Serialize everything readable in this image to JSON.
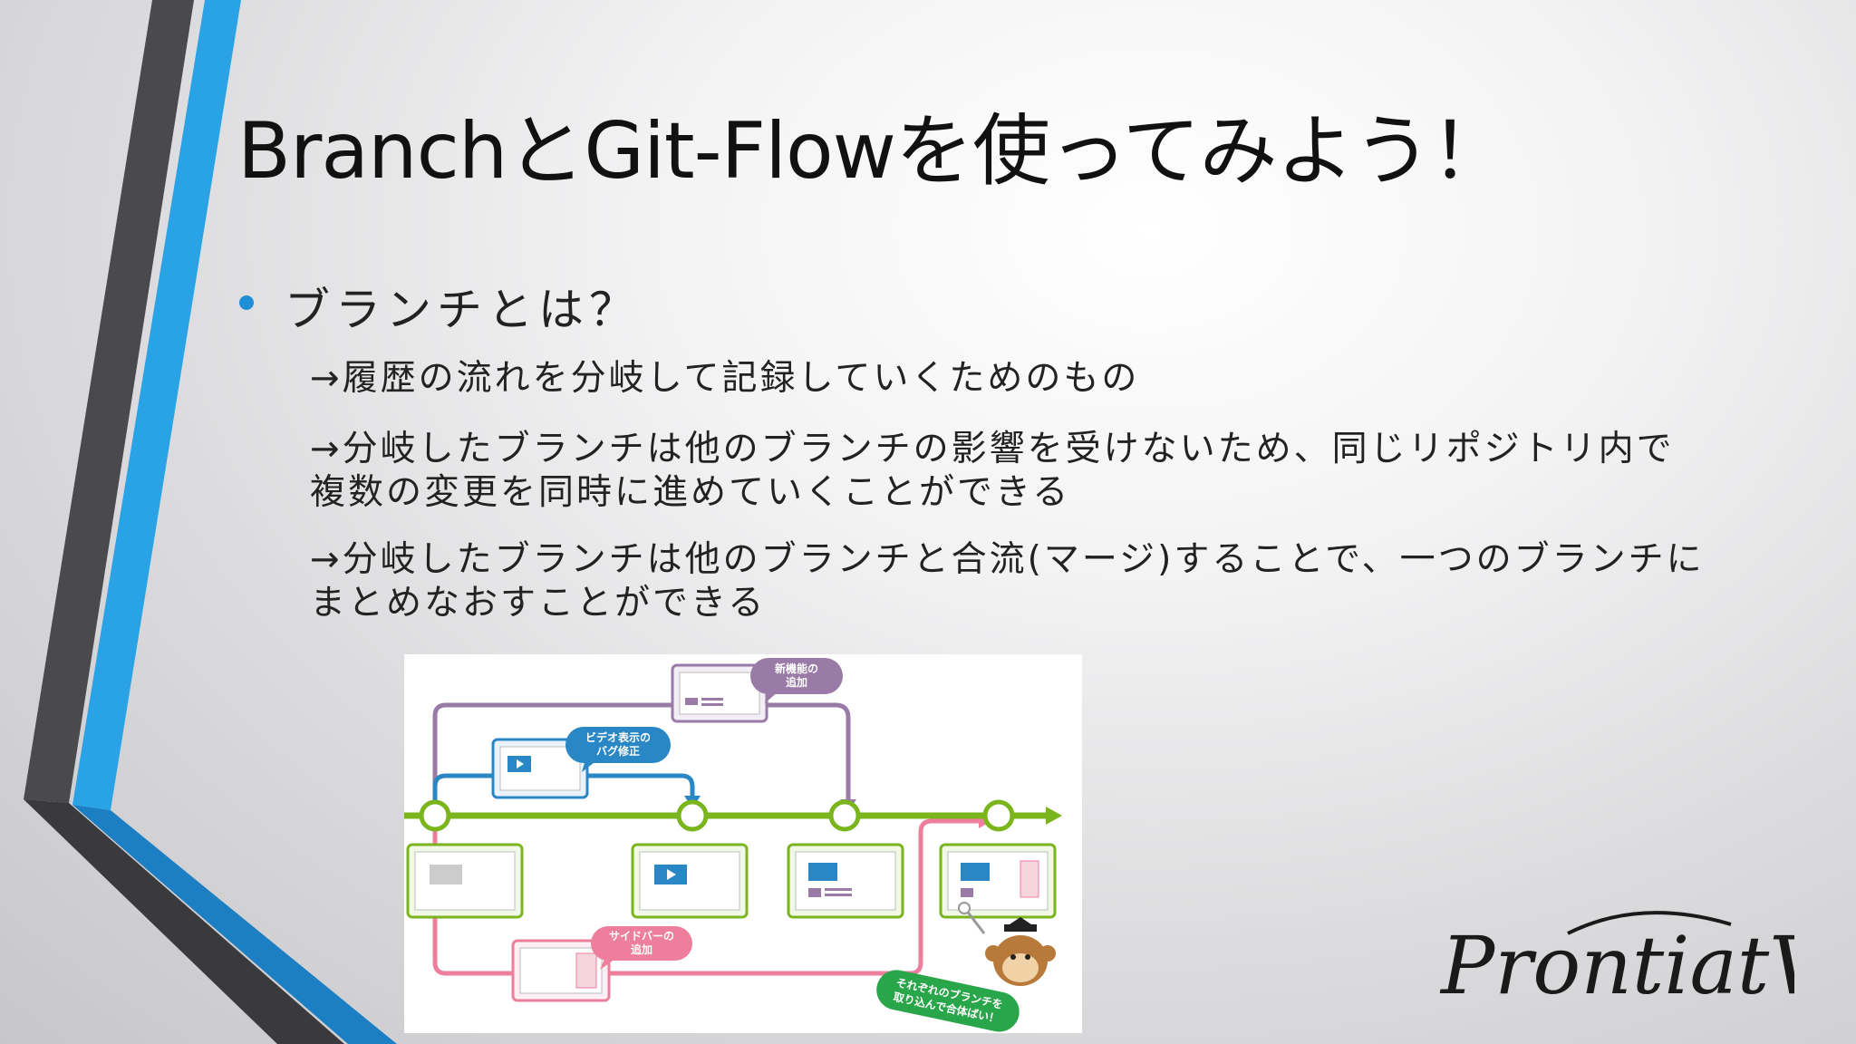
{
  "slide": {
    "title": "BranchとGit-Flowを使ってみよう！",
    "bullet": "ブランチとは？",
    "sub_items": [
      {
        "line1": "→履歴の流れを分岐して記録していくためのもの"
      },
      {
        "line1": "→分岐したブランチは他のブランチの影響を受けないため、同じリポジトリ内で",
        "line2": "複数の変更を同時に進めていくことができる"
      },
      {
        "line1": "→分岐したブランチは他のブランチと合流(マージ)することで、一つのブランチに",
        "line2": "まとめなおすことができる"
      }
    ]
  },
  "diagram": {
    "bubble_new_feature": [
      "新機能の",
      "追加"
    ],
    "bubble_video_fix": [
      "ビデオ表示の",
      "バグ修正"
    ],
    "bubble_sidebar": [
      "サイドバーの",
      "追加"
    ],
    "bubble_merge": [
      "それぞれのブランチを",
      "取り込んで合体ばい！"
    ],
    "colors": {
      "main_branch": "#7ab51d",
      "purple_branch": "#9a7aa6",
      "blue_branch": "#2a87c6",
      "pink_branch": "#ee7f9c",
      "merge_bubble": "#29a54a"
    }
  },
  "logo": {
    "text": "ProntiatVR"
  },
  "decoration": {
    "accent_color": "#2aa3e6",
    "dark_stripe": "#4a4a4c"
  }
}
